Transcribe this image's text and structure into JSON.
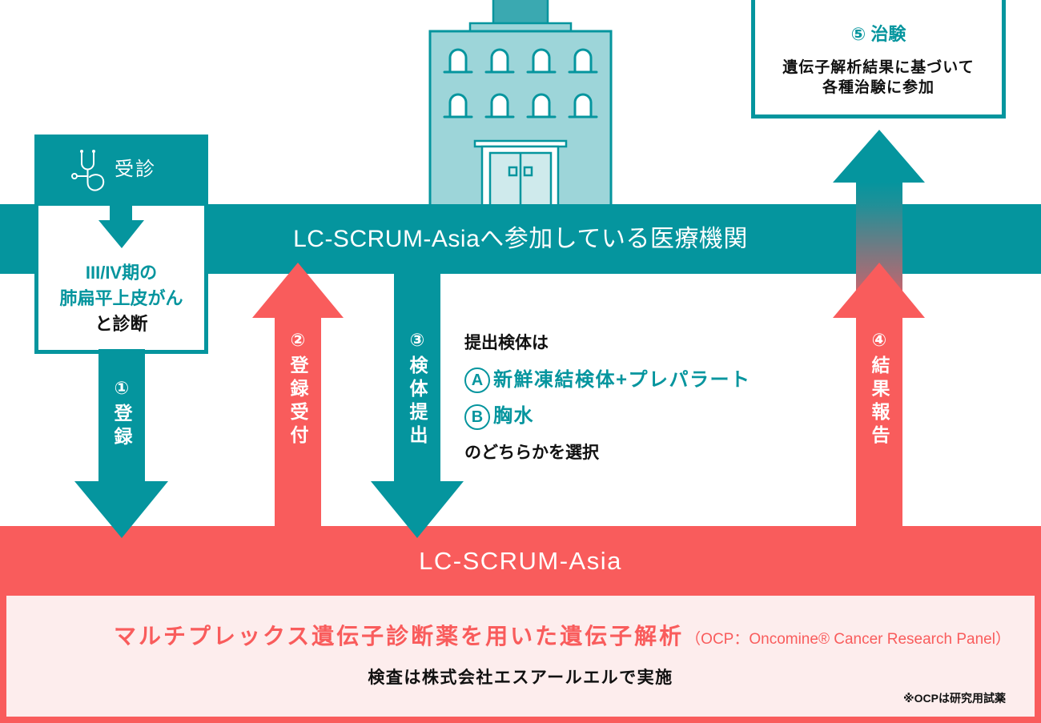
{
  "colors": {
    "teal": "#05959e",
    "coral": "#f95c5c",
    "pink": "#fdeded",
    "bldg": "#9dd5d9",
    "ink": "#111111"
  },
  "hospital_band": {
    "label": "LC-SCRUM-Asiaへ参加している医療機関",
    "icon": "hospital-building-icon"
  },
  "visit_box": {
    "icon": "stethoscope-icon",
    "title": "受診",
    "diagnosis": {
      "line1": "III/IV期の",
      "line2": "肺扁平上皮がん",
      "line3": "と診断"
    }
  },
  "steps": [
    {
      "number": "①",
      "label": "登録",
      "direction": "down"
    },
    {
      "number": "②",
      "label": "登録受付",
      "direction": "up"
    },
    {
      "number": "③",
      "label": "検体提出",
      "direction": "down"
    },
    {
      "number": "④",
      "label": "結果報告",
      "direction": "up"
    }
  ],
  "specimen_note": {
    "intro": "提出検体は",
    "options": [
      {
        "letter": "A",
        "text": "新鮮凍結検体+プレパラート"
      },
      {
        "letter": "B",
        "text": "胸水"
      }
    ],
    "outro": "のどちらかを選択"
  },
  "trial_box": {
    "number": "⑤",
    "title": "治験",
    "line1": "遺伝子解析結果に基づいて",
    "line2": "各種治験に参加"
  },
  "lc_scrum_band": {
    "label": "LC-SCRUM-Asia"
  },
  "analysis_box": {
    "heading": "マルチプレックス遺伝子診断薬を用いた遺伝子解析",
    "heading_note": "（OCP：Oncomine® Cancer Research Panel）",
    "subtext": "検査は株式会社エスアールエルで実施",
    "footnote": "※OCPは研究用試薬"
  }
}
